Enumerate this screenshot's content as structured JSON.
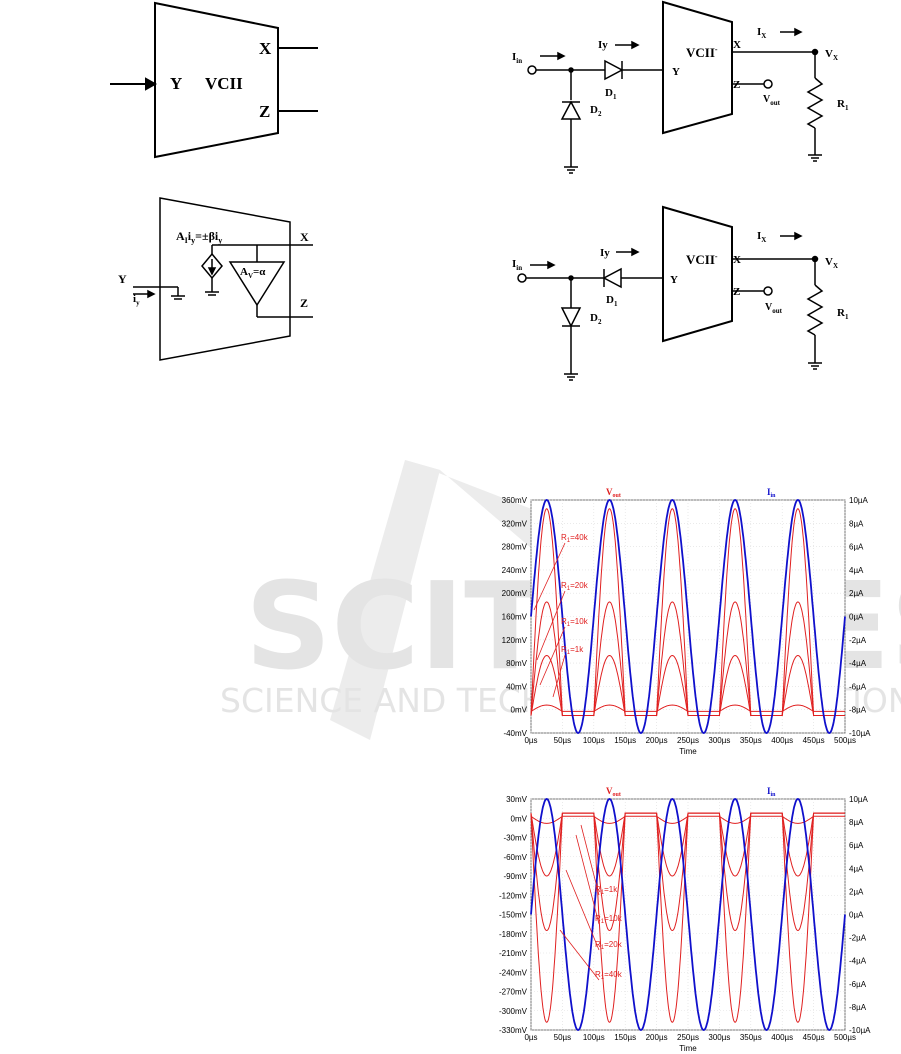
{
  "watermark": {
    "line1": "SCITEPRESS",
    "line2": "SCIENCE AND TECHNOLOGY PUBLICATIONS"
  },
  "block_symbol": {
    "name": "VCII",
    "y": "Y",
    "x": "X",
    "z": "Z"
  },
  "block_model": {
    "gain_eq": "A",
    "gain_eq_sub": "I",
    "gain_eq_rest": "i",
    "gain_eq_rest_sub": "y",
    "gain_eq_tail": "=±βi",
    "gain_eq_tail_sub": "y",
    "av": "A",
    "av_sub": "V",
    "av_rest": "=α",
    "y": "Y",
    "iy": "i",
    "iy_sub": "y",
    "x": "X",
    "z": "Z"
  },
  "circuit_top": {
    "iin": "I",
    "iin_sub": "in",
    "iy": "Iy",
    "d1": "D",
    "d1_sub": "1",
    "d2": "D",
    "d2_sub": "2",
    "block": "VCII",
    "block_sup": "-",
    "y": "Y",
    "x": "X",
    "z": "Z",
    "ix": "I",
    "ix_sub": "X",
    "vx": "V",
    "vx_sub": "X",
    "vout": "V",
    "vout_sub": "out",
    "r1": "R",
    "r1_sub": "1"
  },
  "circuit_bottom": {
    "iin": "I",
    "iin_sub": "in",
    "iy": "Iy",
    "d1": "D",
    "d1_sub": "1",
    "d2": "D",
    "d2_sub": "2",
    "block": "VCII",
    "block_sup": "-",
    "y": "Y",
    "x": "X",
    "z": "Z",
    "ix": "I",
    "ix_sub": "X",
    "vx": "V",
    "vx_sub": "X",
    "vout": "V",
    "vout_sub": "out",
    "r1": "R",
    "r1_sub": "1"
  },
  "colors": {
    "vout": "#e02020",
    "iin": "#1010cc"
  },
  "chart_data": [
    {
      "type": "line",
      "xlabel": "Time",
      "x_ticks": [
        "0µs",
        "50µs",
        "100µs",
        "150µs",
        "200µs",
        "250µs",
        "300µs",
        "350µs",
        "400µs",
        "450µs",
        "500µs"
      ],
      "xlim": [
        0,
        500
      ],
      "left_ticks": [
        "360mV",
        "320mV",
        "280mV",
        "240mV",
        "200mV",
        "160mV",
        "120mV",
        "80mV",
        "40mV",
        "0mV",
        "-40mV"
      ],
      "ylim_left": [
        -40,
        360
      ],
      "right_ticks": [
        "10µA",
        "8µA",
        "6µA",
        "4µA",
        "2µA",
        "0µA",
        "-2µA",
        "-4µA",
        "-6µA",
        "-8µA",
        "-10µA"
      ],
      "ylim_right": [
        -10,
        10
      ],
      "title_left": "V",
      "title_left_sub": "out",
      "title_right": "I",
      "title_right_sub": "in",
      "iin": {
        "amplitude_uA": 10,
        "period_us": 100,
        "phase_start_uA": 0
      },
      "series": [
        {
          "name": "R1=40k",
          "peak_mV": 345,
          "floor_mV": -10
        },
        {
          "name": "R1=20k",
          "peak_mV": 185,
          "floor_mV": -10
        },
        {
          "name": "R1=10k",
          "peak_mV": 93,
          "floor_mV": -10
        },
        {
          "name": "R1=1k",
          "peak_mV": 8,
          "floor_mV": -3
        }
      ],
      "labels": [
        {
          "t": "R",
          "s": "1",
          "r": "=40k"
        },
        {
          "t": "R",
          "s": "1",
          "r": "=20k"
        },
        {
          "t": "R",
          "s": "1",
          "r": "=10k"
        },
        {
          "t": "R",
          "s": "1",
          "r": "=1k"
        }
      ]
    },
    {
      "type": "line",
      "xlabel": "Time",
      "x_ticks": [
        "0µs",
        "50µs",
        "100µs",
        "150µs",
        "200µs",
        "250µs",
        "300µs",
        "350µs",
        "400µs",
        "450µs",
        "500µs"
      ],
      "xlim": [
        0,
        500
      ],
      "left_ticks": [
        "30mV",
        "0mV",
        "-30mV",
        "-60mV",
        "-90mV",
        "-120mV",
        "-150mV",
        "-180mV",
        "-210mV",
        "-240mV",
        "-270mV",
        "-300mV",
        "-330mV"
      ],
      "ylim_left": [
        -330,
        30
      ],
      "right_ticks": [
        "10µA",
        "8µA",
        "6µA",
        "4µA",
        "2µA",
        "0µA",
        "-2µA",
        "-4µA",
        "-6µA",
        "-8µA",
        "-10µA"
      ],
      "ylim_right": [
        -10,
        10
      ],
      "title_left": "V",
      "title_left_sub": "out",
      "title_right": "I",
      "title_right_sub": "in",
      "iin": {
        "amplitude_uA": 10,
        "period_us": 100,
        "phase_start_uA": 0
      },
      "series": [
        {
          "name": "R1=1k",
          "peak_mV": -8,
          "floor_mV": 3
        },
        {
          "name": "R1=10k",
          "peak_mV": -90,
          "floor_mV": 8
        },
        {
          "name": "R1=20k",
          "peak_mV": -175,
          "floor_mV": 8
        },
        {
          "name": "R1=40k",
          "peak_mV": -318,
          "floor_mV": 8
        }
      ],
      "labels": [
        {
          "t": "R",
          "s": "1",
          "r": "=1k"
        },
        {
          "t": "R",
          "s": "1",
          "r": "=10k"
        },
        {
          "t": "R",
          "s": "1",
          "r": "=20k"
        },
        {
          "t": "R",
          "s": "1",
          "r": "=40k"
        }
      ]
    }
  ]
}
